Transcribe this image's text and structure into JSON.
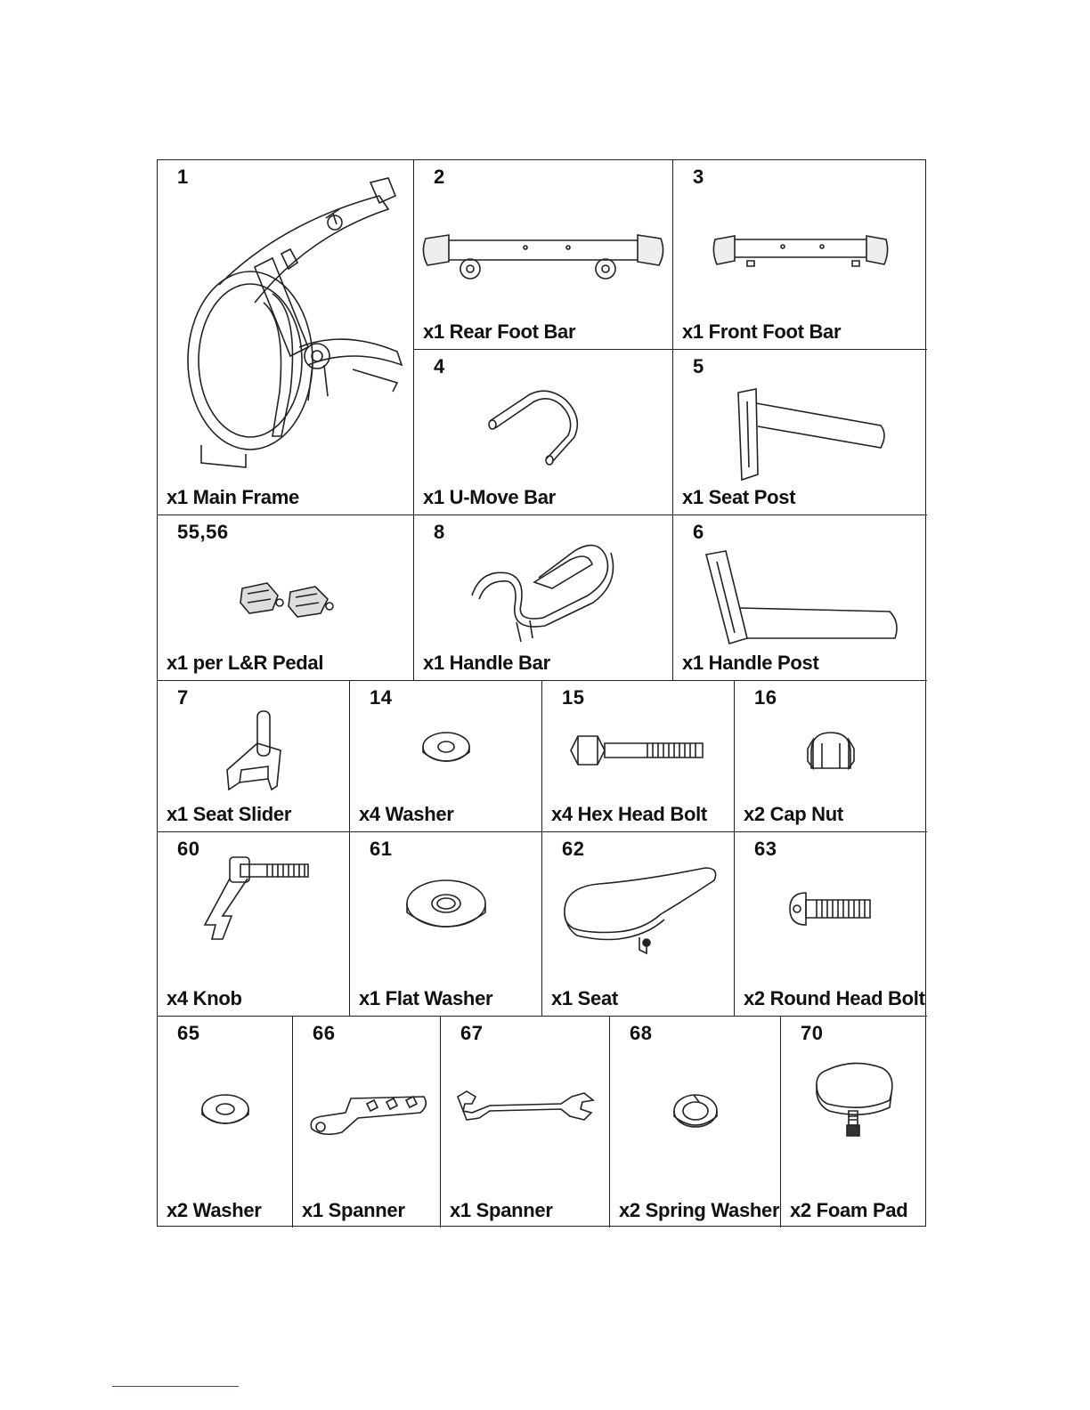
{
  "parts": [
    {
      "id": "main-frame",
      "number": "1",
      "label": "x1 Main Frame"
    },
    {
      "id": "rear-foot-bar",
      "number": "2",
      "label": "x1 Rear Foot Bar"
    },
    {
      "id": "front-foot-bar",
      "number": "3",
      "label": "x1 Front Foot Bar"
    },
    {
      "id": "u-move-bar",
      "number": "4",
      "label": "x1 U-Move Bar"
    },
    {
      "id": "seat-post",
      "number": "5",
      "label": "x1 Seat Post"
    },
    {
      "id": "pedal",
      "number": "55,56",
      "label": "x1 per  L&R Pedal"
    },
    {
      "id": "handle-bar",
      "number": "8",
      "label": "x1 Handle Bar"
    },
    {
      "id": "handle-post",
      "number": "6",
      "label": "x1 Handle Post"
    },
    {
      "id": "seat-slider",
      "number": "7",
      "label": "x1 Seat Slider"
    },
    {
      "id": "washer-14",
      "number": "14",
      "label": "x4 Washer"
    },
    {
      "id": "hex-head-bolt",
      "number": "15",
      "label": "x4 Hex Head Bolt"
    },
    {
      "id": "cap-nut",
      "number": "16",
      "label": "x2 Cap Nut"
    },
    {
      "id": "knob",
      "number": "60",
      "label": "x4 Knob"
    },
    {
      "id": "flat-washer",
      "number": "61",
      "label": "x1 Flat Washer"
    },
    {
      "id": "seat",
      "number": "62",
      "label": "x1 Seat"
    },
    {
      "id": "round-head-bolt",
      "number": "63",
      "label": "x2 Round Head Bolt"
    },
    {
      "id": "washer-65",
      "number": "65",
      "label": "x2 Washer"
    },
    {
      "id": "spanner-66",
      "number": "66",
      "label": "x1 Spanner"
    },
    {
      "id": "spanner-67",
      "number": "67",
      "label": "x1 Spanner"
    },
    {
      "id": "spring-washer",
      "number": "68",
      "label": "x2 Spring Washer"
    },
    {
      "id": "foam-pad",
      "number": "70",
      "label": "x2 Foam Pad"
    }
  ]
}
